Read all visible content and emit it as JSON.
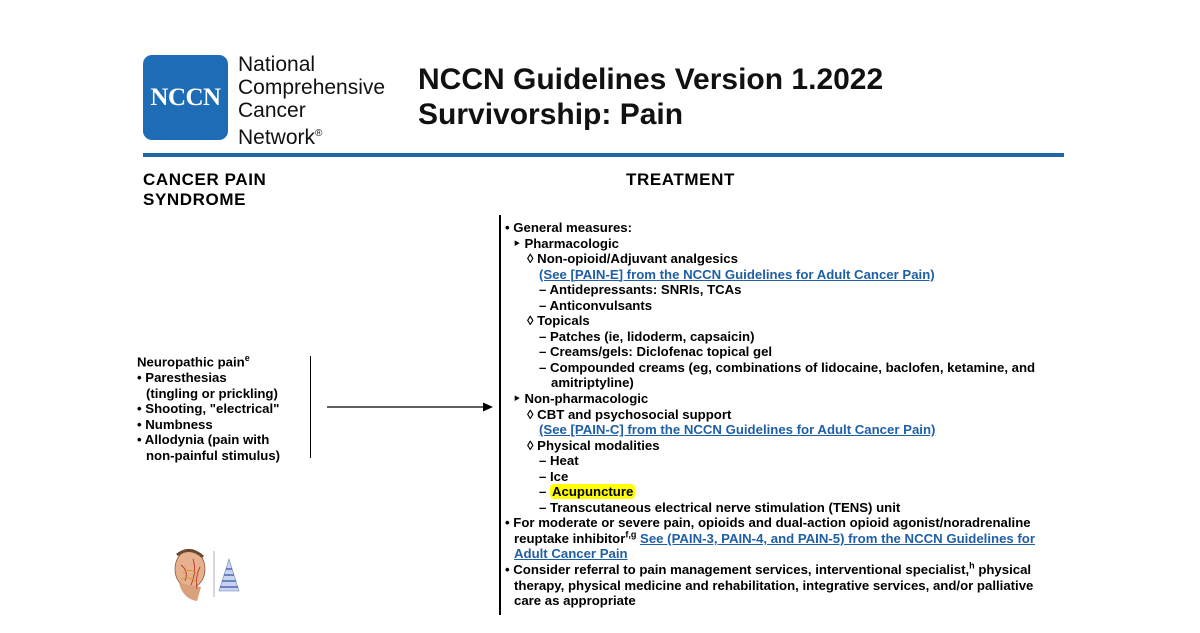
{
  "header": {
    "logo_text": "NCCN",
    "org_lines": [
      "National",
      "Comprehensive",
      "Cancer",
      "Network"
    ],
    "org_mark": "®",
    "title_lines": [
      "NCCN Guidelines Version 1.2022",
      "Survivorship: Pain"
    ]
  },
  "columns": {
    "left_heading": [
      "CANCER PAIN",
      "SYNDROME"
    ],
    "right_heading": "TREATMENT"
  },
  "syndrome": {
    "title": "Neuropathic pain",
    "title_sup": "e",
    "items": [
      {
        "line1": "• Paresthesias",
        "line2": "(tingling or prickling)"
      },
      {
        "line1": "• Shooting, \"electrical\"",
        "line2": ""
      },
      {
        "line1": "• Numbness",
        "line2": ""
      },
      {
        "line1": "• Allodynia (pain with",
        "line2": "non-painful stimulus)"
      }
    ]
  },
  "treatment": {
    "l01": "• General measures:",
    "l02": "‣ Pharmacologic",
    "l03": "◊ Non-opioid/Adjuvant analgesics",
    "l04": "(See [PAIN-E] from the NCCN Guidelines for Adult Cancer Pain)",
    "l05": "– Antidepressants: SNRIs, TCAs",
    "l06": "– Anticonvulsants",
    "l07": "◊ Topicals",
    "l08": "– Patches (ie, lidoderm, capsaicin)",
    "l09": "– Creams/gels: Diclofenac topical gel",
    "l10": "– Compounded creams (eg, combinations of lidocaine, baclofen, ketamine, and",
    "l11": "amitriptyline)",
    "l12": "‣ Non-pharmacologic",
    "l13": "◊ CBT and psychosocial support",
    "l14": "(See [PAIN-C] from the NCCN Guidelines for Adult Cancer Pain)",
    "l15": "◊ Physical modalities",
    "l16": "– Heat",
    "l17": "– Ice",
    "l18_dash": "– ",
    "l18_hl": "Acupuncture",
    "l19": "– Transcutaneous electrical nerve stimulation (TENS) unit",
    "l20": "• For moderate or severe pain, opioids and dual-action opioid agonist/noradrenaline",
    "l21a": "reuptake inhibitor",
    "l21sup": "f,g",
    "l21link": "See (PAIN-3, PAIN-4, and PAIN-5) from the NCCN Guidelines for",
    "l22": "Adult Cancer Pain",
    "l23a": "• Consider referral to pain management services, interventional specialist,",
    "l23sup": "h",
    "l23b": " physical",
    "l24": "therapy, physical medicine and rehabilitation, integrative services, and/or palliative",
    "l25": "care as appropriate"
  },
  "colors": {
    "brand_blue": "#1e6cb5",
    "rule_blue": "#1f67a8",
    "link_blue": "#1f5fa6",
    "highlight": "#ffff00"
  }
}
